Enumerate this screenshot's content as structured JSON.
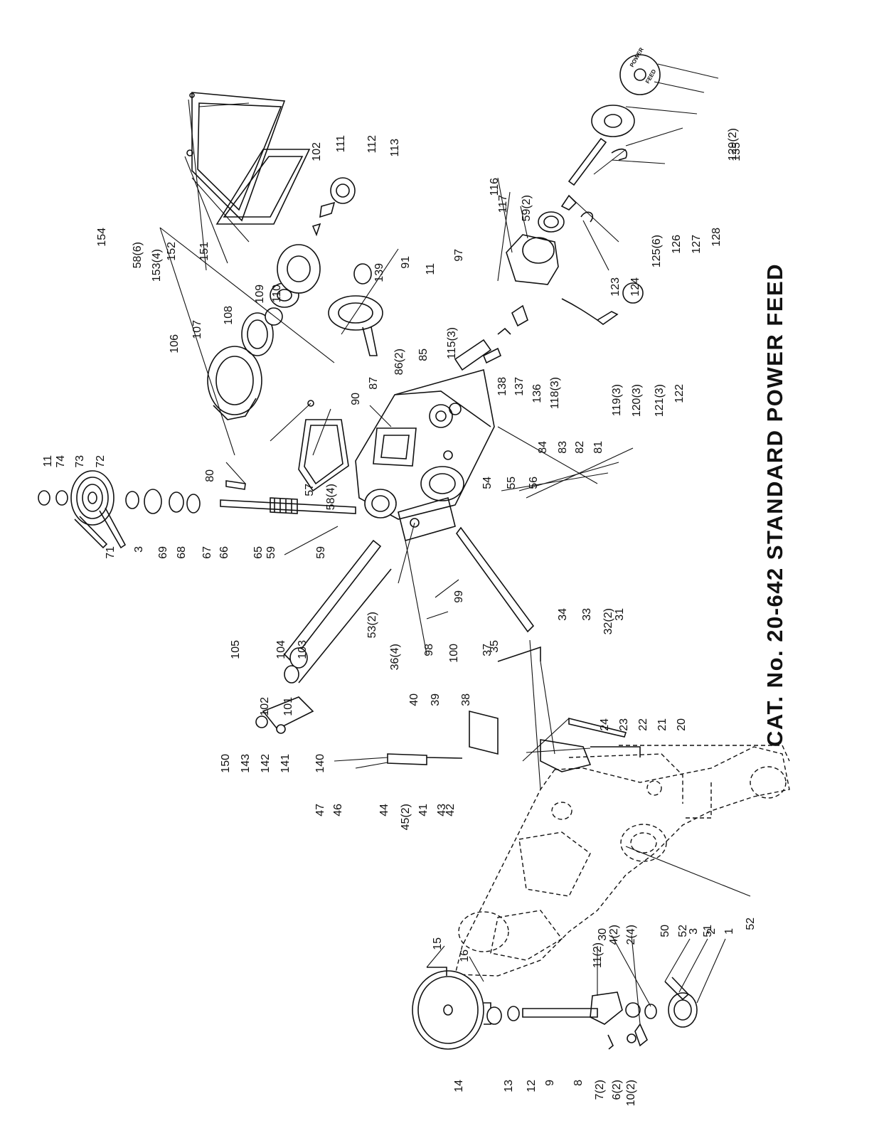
{
  "title": "CAT. No. 20-642 STANDARD POWER FEED",
  "part_labels": [
    "1",
    "2",
    "3",
    "2(4)",
    "4(2)",
    "6(2)",
    "7(2)",
    "8",
    "9",
    "10(2)",
    "11(2)",
    "12",
    "13",
    "14",
    "15",
    "16",
    "20",
    "21",
    "22",
    "23",
    "24",
    "30",
    "31",
    "32(2)",
    "33",
    "34",
    "35",
    "36(4)",
    "37",
    "38",
    "39",
    "40",
    "41",
    "42",
    "43",
    "44",
    "45(2)",
    "46",
    "47",
    "50",
    "51",
    "52",
    "52",
    "53(2)",
    "54",
    "55",
    "56",
    "57",
    "58(4)",
    "59",
    "59",
    "65",
    "66",
    "67",
    "68",
    "69",
    "3",
    "71",
    "72",
    "73",
    "74",
    "11",
    "80",
    "81",
    "82",
    "83",
    "84",
    "85",
    "86(2)",
    "87",
    "90",
    "91",
    "11",
    "97",
    "98",
    "99",
    "100",
    "101",
    "102",
    "103",
    "104",
    "105",
    "106",
    "107",
    "108",
    "109",
    "110",
    "102",
    "111",
    "112",
    "113",
    "115(3)",
    "116",
    "117",
    "59(2)",
    "118(3)",
    "119(3)",
    "120(3)",
    "121(3)",
    "122",
    "123",
    "124",
    "125(6)",
    "126",
    "127",
    "128",
    "129(2)",
    "135",
    "136",
    "137",
    "138",
    "139",
    "140",
    "141",
    "142",
    "143",
    "150",
    "151",
    "152",
    "58(6)",
    "153(4)",
    "154"
  ],
  "dial_text": [
    "POWER",
    "FEED"
  ]
}
